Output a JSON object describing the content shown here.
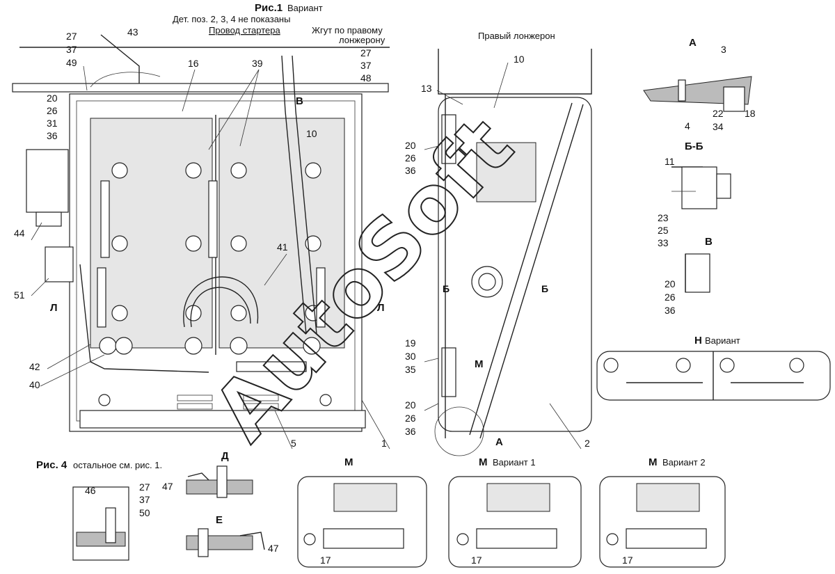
{
  "figure": {
    "main_title": "Рис.1",
    "main_title_suffix": "Вариант",
    "note_parts": "Дет. поз. 2, 3, 4 не показаны",
    "starter_wire": "Провод стартера",
    "right_harness": "Жгут по правому",
    "right_harness_2": "лонжерону",
    "right_rail": "Правый лонжерон",
    "fig4_title": "Рис. 4",
    "fig4_note": "остальное см. рис. 1.",
    "watermark": "AutoSoft"
  },
  "views": {
    "A": "А",
    "BB": "Б-Б",
    "B": "Б",
    "V": "В",
    "L": "Л",
    "M": "М",
    "N": "Н",
    "N_suffix": "Вариант",
    "D": "Д",
    "E": "Е",
    "M_var1": "Вариант 1",
    "M_var2": "Вариант 2"
  },
  "callouts": {
    "c1": "1",
    "c2": "2",
    "c3": "3",
    "c4": "4",
    "c5": "5",
    "c10a": "10",
    "c10b": "10",
    "c11": "11",
    "c13": "13",
    "c16": "16",
    "c17a": "17",
    "c17b": "17",
    "c17c": "17",
    "c18": "18",
    "c19": "19",
    "c30": "30",
    "c35": "35",
    "c20a": "20",
    "c26a": "26",
    "c31": "31",
    "c36a": "36",
    "c20b": "20",
    "c26b": "26",
    "c36b": "36",
    "c20c": "20",
    "c26c": "26",
    "c36c": "36",
    "c20d": "20",
    "c26d": "26",
    "c36d": "36",
    "c22": "22",
    "c34": "34",
    "c23": "23",
    "c25": "25",
    "c33": "33",
    "c27a": "27",
    "c37a": "37",
    "c49": "49",
    "c27b": "27",
    "c37b": "37",
    "c48": "48",
    "c27c": "27",
    "c37c": "37",
    "c50": "50",
    "c39": "39",
    "c40": "40",
    "c41": "41",
    "c42": "42",
    "c43": "43",
    "c44": "44",
    "c46": "46",
    "c47a": "47",
    "c47b": "47",
    "c51": "51"
  }
}
